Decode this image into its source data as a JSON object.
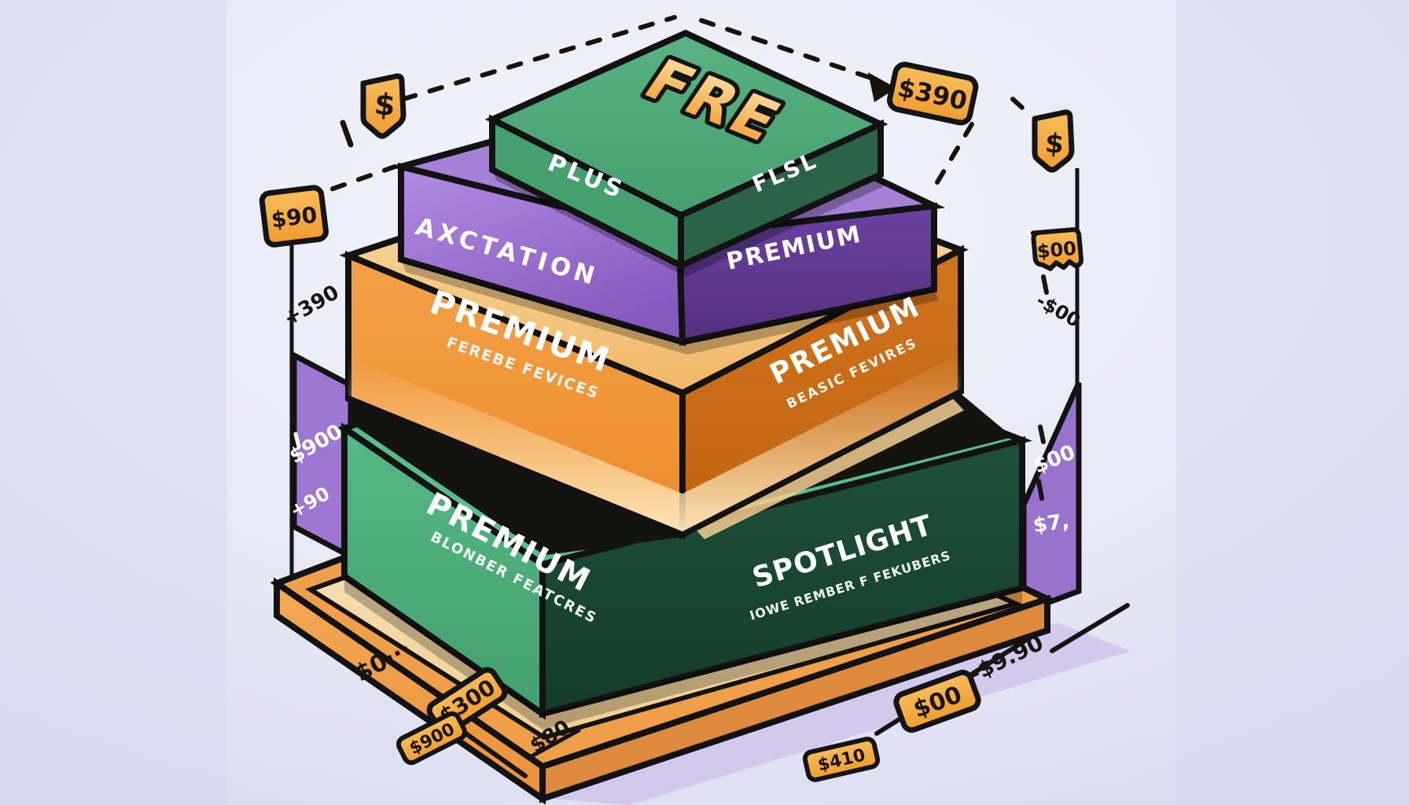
{
  "illustration": {
    "description": "Isometric stack of four pricing tiers on an orange plinth with hand-drawn price tags",
    "background_color": "#e3e3f4",
    "tag_color": "#f2a93b"
  },
  "tiers": [
    {
      "name": "free-top-slab",
      "top_label": "FRE",
      "front_label": "PLUS",
      "side_label": "FLSL",
      "face_color": "#459f6e",
      "side_color": "#2a6347"
    },
    {
      "name": "plus-purple-tier",
      "front_label": "AXCTATION",
      "side_label": "PREMIUM",
      "face_color": "#9a6ecf",
      "side_color": "#5e3894"
    },
    {
      "name": "premium-orange-tier",
      "front_label": "PREMIUM",
      "front_sublabel": "FEREBE FEVICES",
      "side_label": "PREMIUM",
      "side_sublabel": "BEASIC FEVIRES",
      "face_color": "#f09137",
      "side_color": "#cc6d1a"
    },
    {
      "name": "spotlight-green-tier",
      "front_label": "PREMIUM",
      "front_sublabel": "BLONBER FEATCRES",
      "side_label": "SPOTLIGHT",
      "side_sublabel": "IOWE REMBER F FEKUBERS",
      "face_color": "#4fb381",
      "side_color": "#1c4f38"
    }
  ],
  "annotations": {
    "left_shield_symbol": "$",
    "top_right_tag": "$390",
    "right_badge_symbol": "$",
    "left_tag": "$90",
    "left_note": "+390",
    "left_wall_price": "$900",
    "left_wall_note": "+90",
    "right_scallop_tag": "$00",
    "right_note": "-$00",
    "right_wall_price": "$00",
    "right_wall_note": "$7,",
    "bottom_left_note": "$0···",
    "bottom_left_tag_1": "$300",
    "bottom_left_tag_2": "$900",
    "bottom_left_note_2": "$80",
    "bottom_right_note": "-$9.90",
    "bottom_right_tag_1": "$00",
    "bottom_right_tag_2": "$410"
  }
}
